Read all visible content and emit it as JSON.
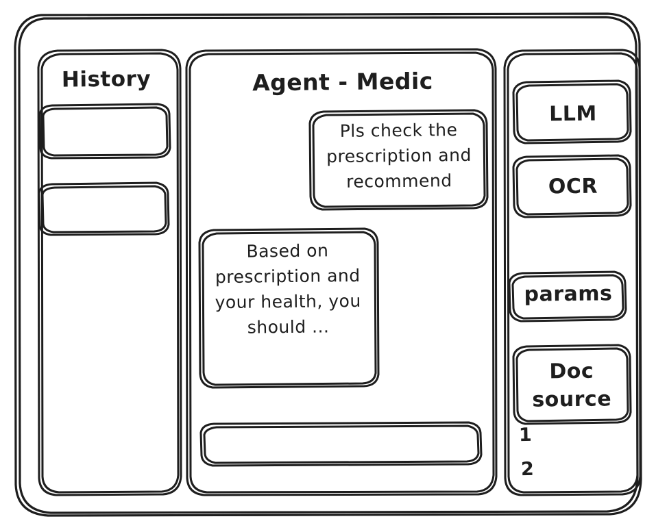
{
  "window": {
    "name": "agent-wireframe-window"
  },
  "sidebar_left": {
    "title": "History",
    "items": [
      {
        "label": "",
        "name": "history-item-1"
      },
      {
        "label": "",
        "name": "history-item-2"
      }
    ]
  },
  "main": {
    "title": "Agent - Medic",
    "messages": [
      {
        "role": "user",
        "text": "Pls check the prescription and recommend"
      },
      {
        "role": "assistant",
        "text": "Based on prescription and your health, you should ..."
      }
    ],
    "composer": {
      "value": "",
      "placeholder": ""
    }
  },
  "sidebar_right": {
    "tools": [
      {
        "label": "LLM",
        "name": "tool-llm"
      },
      {
        "label": "OCR",
        "name": "tool-ocr"
      },
      {
        "label": "params",
        "name": "tool-params"
      },
      {
        "label": "Doc source",
        "name": "tool-doc-source"
      }
    ],
    "doc_sources": [
      {
        "label": "1"
      },
      {
        "label": "2"
      }
    ]
  },
  "colors": {
    "ink": "#1e1e1e",
    "background": "#ffffff"
  }
}
